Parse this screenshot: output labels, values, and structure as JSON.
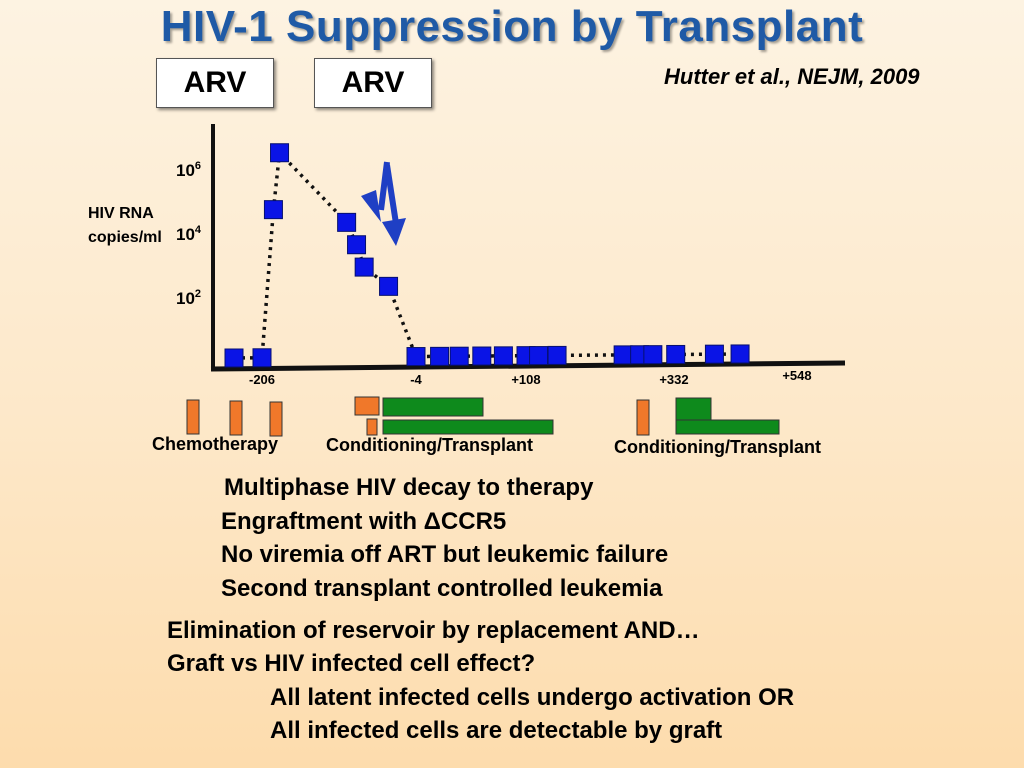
{
  "slide": {
    "title": "HIV-1 Suppression by Transplant",
    "citation": "Hutter et al.,  NEJM, 2009",
    "arv_labels": [
      "ARV",
      "ARV"
    ]
  },
  "chart_data": {
    "type": "scatter",
    "title": "",
    "ylabel": "HIV RNA copies/ml",
    "y_scale": "log",
    "y_ticks": [
      {
        "base": "10",
        "exp": "6",
        "value": 1000000
      },
      {
        "base": "10",
        "exp": "4",
        "value": 10000
      },
      {
        "base": "10",
        "exp": "2",
        "value": 100
      }
    ],
    "x_ticks": [
      {
        "label": "-206",
        "value": -206
      },
      {
        "label": "-4",
        "value": -4
      },
      {
        "label": "+108",
        "value": 108
      },
      {
        "label": "+332",
        "value": 332
      },
      {
        "label": "+548",
        "value": 548
      }
    ],
    "series": [
      {
        "color": "#0a14e6",
        "points": [
          {
            "day": -240,
            "copies": 1
          },
          {
            "day": -206,
            "copies": 1
          },
          {
            "day": -191,
            "copies": 50000
          },
          {
            "day": -183,
            "copies": 3000000
          },
          {
            "day": -95,
            "copies": 20000
          },
          {
            "day": -82,
            "copies": 4000
          },
          {
            "day": -72,
            "copies": 800
          },
          {
            "day": -40,
            "copies": 200
          },
          {
            "day": -4,
            "copies": 1
          },
          {
            "day": 20,
            "copies": 1
          },
          {
            "day": 40,
            "copies": 1
          },
          {
            "day": 63,
            "copies": 1
          },
          {
            "day": 85,
            "copies": 1
          },
          {
            "day": 108,
            "copies": 1
          },
          {
            "day": 127,
            "copies": 1
          },
          {
            "day": 155,
            "copies": 1
          },
          {
            "day": 255,
            "copies": 1
          },
          {
            "day": 280,
            "copies": 1
          },
          {
            "day": 300,
            "copies": 1
          },
          {
            "day": 335,
            "copies": 1
          },
          {
            "day": 403,
            "copies": 1
          },
          {
            "day": 448,
            "copies": 1
          }
        ]
      }
    ],
    "arrows": [
      {
        "direction": "up",
        "color": "#1f3fc4"
      },
      {
        "direction": "down",
        "color": "#1f3fc4"
      }
    ],
    "treatment_labels": {
      "chemotherapy": "Chemotherapy",
      "conditioning_1": "Conditioning/Transplant",
      "conditioning_2": "Conditioning/Transplant"
    },
    "colors": {
      "chemo": "#f0782a",
      "transplant": "#0e8a1c",
      "marker": "#0a14e6"
    }
  },
  "notes": {
    "group1": [
      "Multiphase HIV decay to therapy",
      "Engraftment with ΔCCR5",
      "No viremia off ART but leukemic failure",
      "Second transplant controlled leukemia"
    ],
    "group2": [
      "Elimination of reservoir by replacement AND…",
      "Graft vs HIV infected cell effect?"
    ],
    "group3": [
      "All latent infected cells undergo activation OR",
      "All infected cells are detectable by graft"
    ]
  }
}
